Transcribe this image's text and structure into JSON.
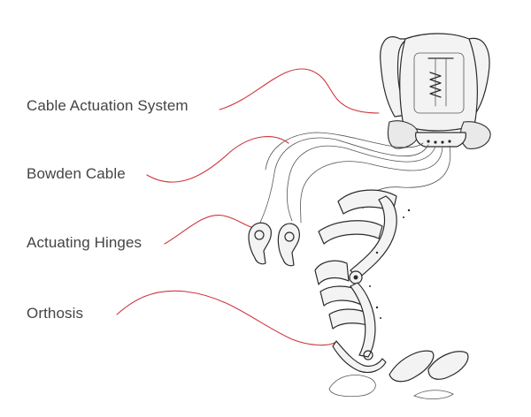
{
  "labels": {
    "cable_actuation_system": "Cable Actuation System",
    "bowden_cable": "Bowden Cable",
    "actuating_hinges": "Actuating Hinges",
    "orthosis": "Orthosis"
  },
  "colors": {
    "leader_line": "#d0343a",
    "label_text": "#444444",
    "sketch_line": "#2b2b2b"
  }
}
